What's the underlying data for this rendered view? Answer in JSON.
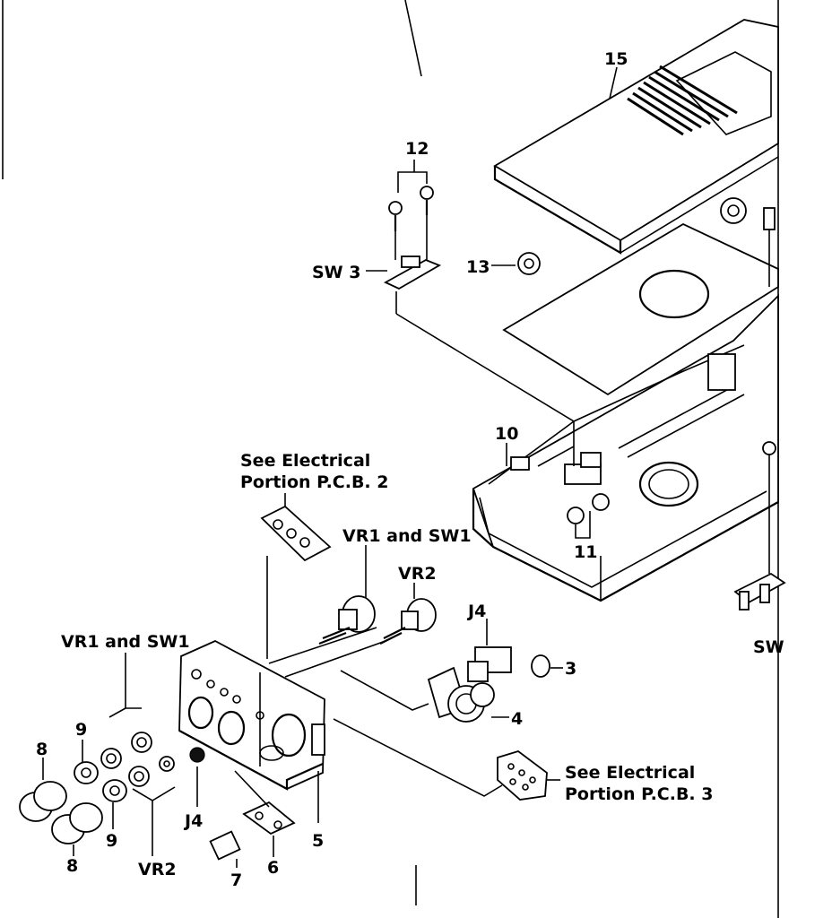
{
  "labels": {
    "l15": "15",
    "l12": "12",
    "sw3": "SW 3",
    "l13": "13",
    "l10": "10",
    "l11": "11",
    "see_pcb2_line1": "See Electrical",
    "see_pcb2_line2": "Portion P.C.B. 2",
    "vr1sw1_right": "VR1 and SW1",
    "vr2_top": "VR2",
    "j4_top": "J4",
    "l3": "3",
    "l4": "4",
    "vr1sw1_left": "VR1 and SW1",
    "l8_top": "8",
    "l9_top": "9",
    "l9_bottom": "9",
    "l8_bottom": "8",
    "vr2_bottom": "VR2",
    "j4_bottom": "J4",
    "l7": "7",
    "l6": "6",
    "l5": "5",
    "see_pcb3_line1": "See Electrical",
    "see_pcb3_line2": "Portion P.C.B. 3",
    "sw_edge": "SW"
  }
}
